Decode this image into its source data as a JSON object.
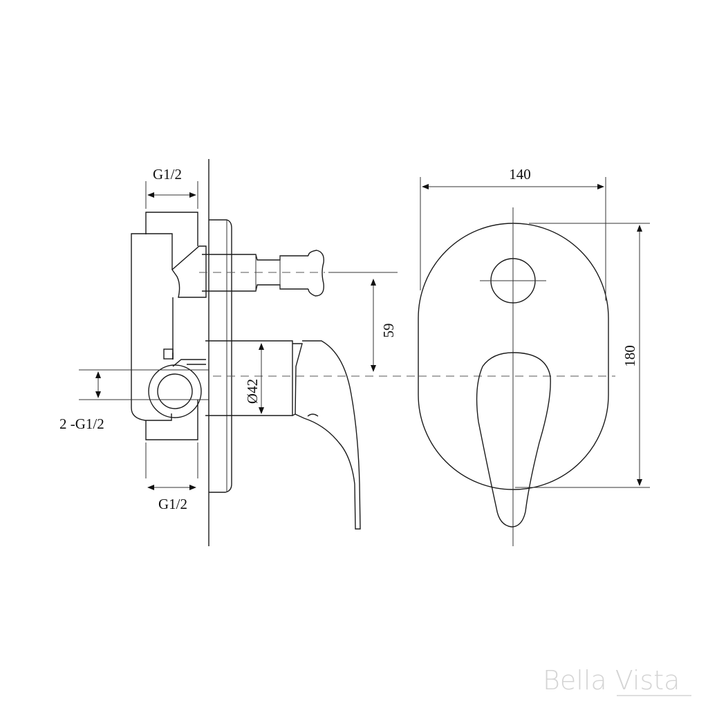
{
  "dimensions": {
    "top_inlet": "G1/2",
    "bottom_inlet": "G1/2",
    "side_outlets": "2 -G1/2",
    "handle_diameter": "Ø42",
    "center_spacing": "59",
    "plate_width": "140",
    "plate_height": "180"
  },
  "brand": {
    "logo_text": "Bella Vista"
  },
  "colors": {
    "line": "#1a1a1a",
    "logo": "#d4d4d4"
  }
}
